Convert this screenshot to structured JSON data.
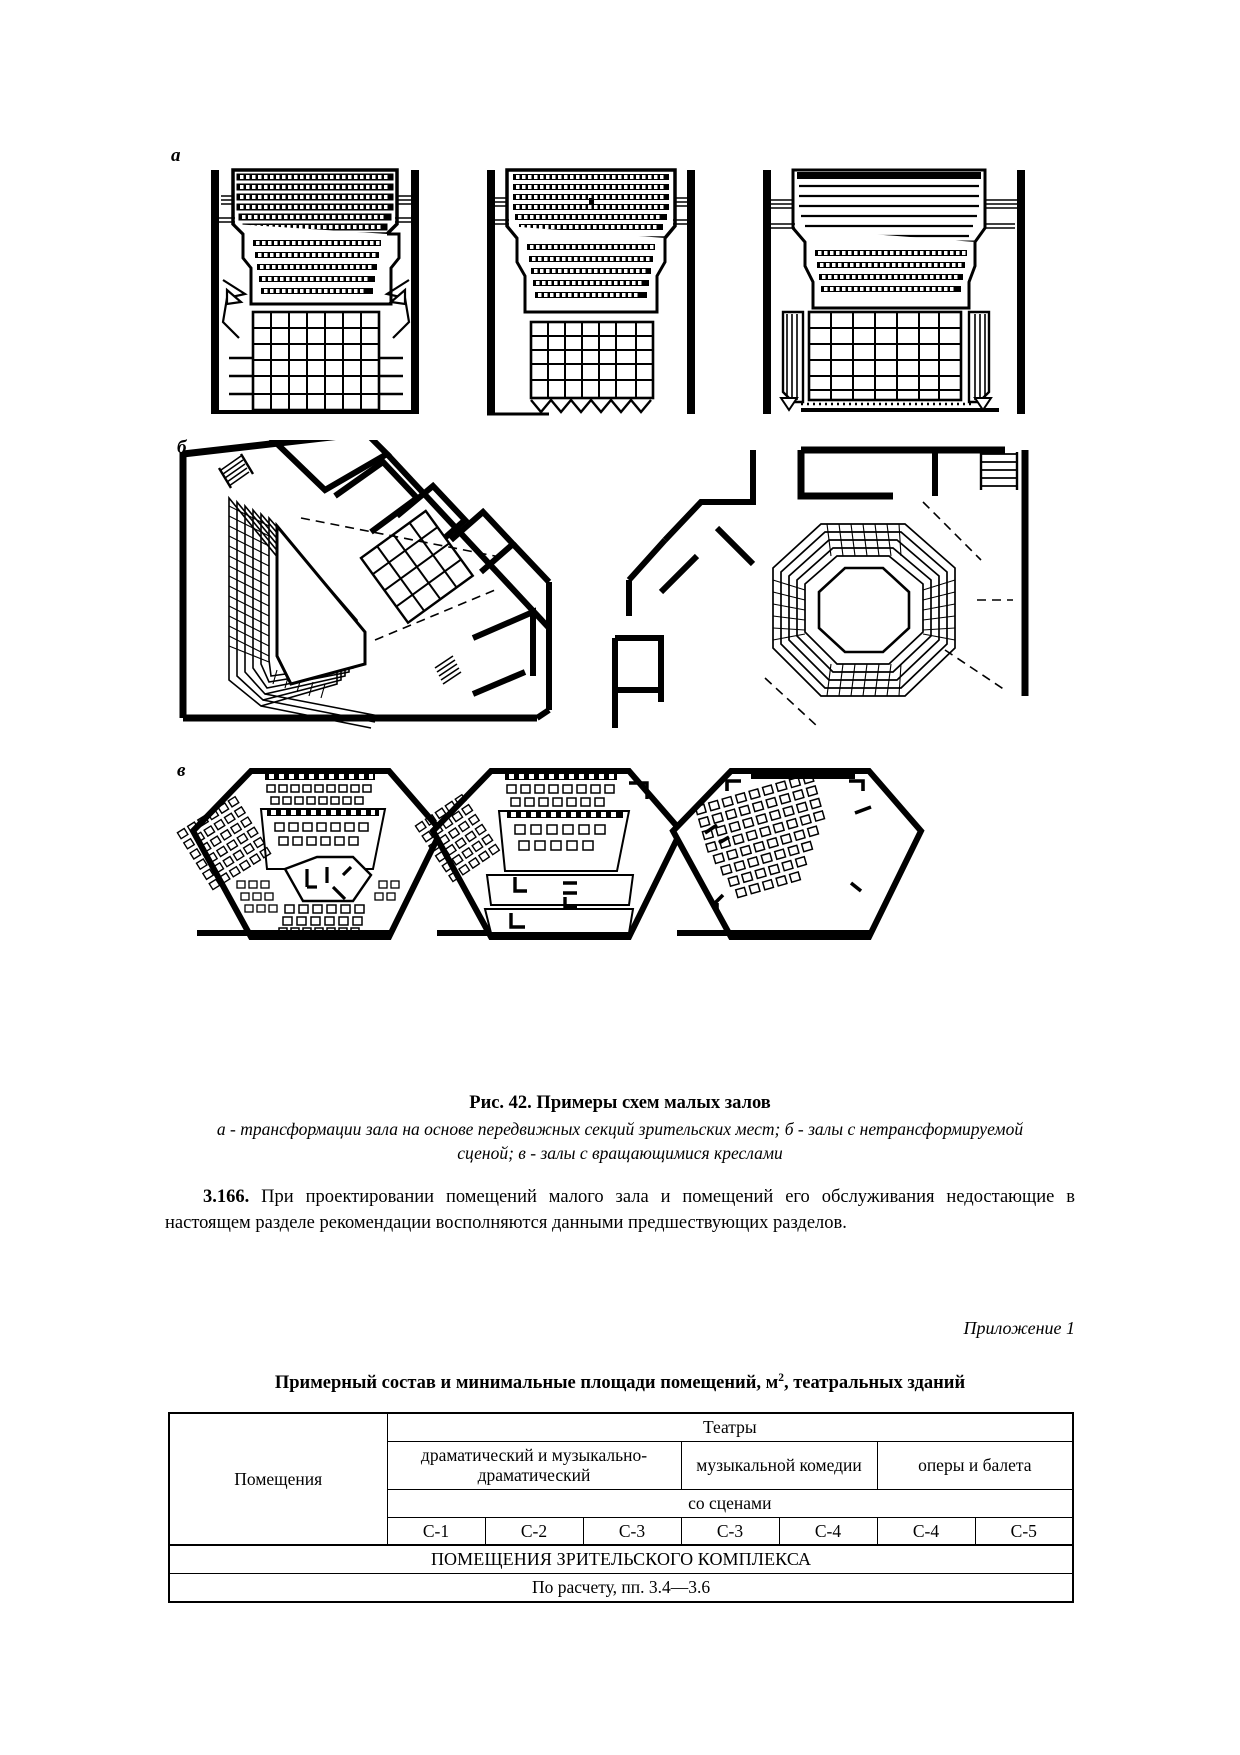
{
  "figure": {
    "row_labels": [
      "а",
      "б",
      "в"
    ],
    "caption_title": "Рис. 42. Примеры схем малых залов",
    "caption_sub": "а - трансформации зала на основе передвижных секций зрительских мест; б - залы с нетрансформируемой сценой; в - залы с вращающимися креслами"
  },
  "body": {
    "section_number": "3.166.",
    "paragraph": " При проектировании помещений малого зала и помещений его обслуживания недостающие в настоящем разделе рекомендации восполняются данными предшествующих разделов."
  },
  "appendix": {
    "label": "Приложение 1",
    "table_title_pre": "Примерный состав и минимальные площади помещений, м",
    "table_title_sup": "2",
    "table_title_post": ", театральных зданий"
  },
  "table": {
    "col_premises": "Помещения",
    "col_theatres": "Театры",
    "theatre_types": [
      "драматический и музыкально-драматический",
      "музыкальной комедии",
      "оперы и балета"
    ],
    "stages_label": "со сценами",
    "stage_codes": [
      "С-1",
      "С-2",
      "С-3",
      "С-3",
      "С-4",
      "С-4",
      "С-5"
    ],
    "section_header": "ПОМЕЩЕНИЯ ЗРИТЕЛЬСКОГО КОМПЛЕКСА",
    "first_row": "По расчету, пп. 3.4—3.6"
  }
}
